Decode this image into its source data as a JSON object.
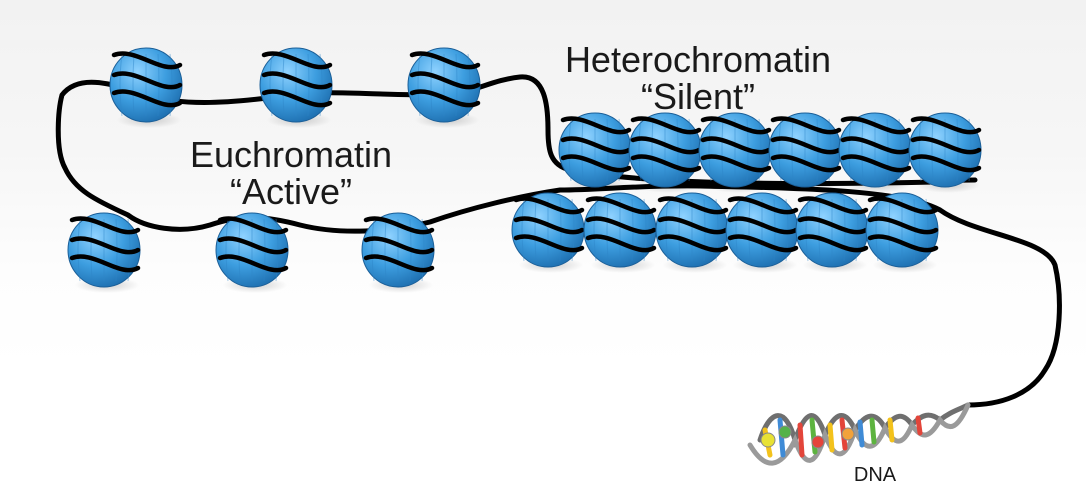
{
  "labels": {
    "euchromatin": {
      "title": "Euchromatin",
      "state": "“Active”"
    },
    "heterochromatin": {
      "title": "Heterochromatin",
      "state": "“Silent”"
    },
    "dna": "DNA"
  },
  "colors": {
    "nucleosome": "#3d9ee0",
    "nucleosome_highlight": "#8fd2ff",
    "dna_strand": "#000000",
    "helix_backbone": "#6f6f6f"
  },
  "icons": {
    "nucleosome": "nucleosome-icon",
    "helix": "dna-helix-icon"
  }
}
